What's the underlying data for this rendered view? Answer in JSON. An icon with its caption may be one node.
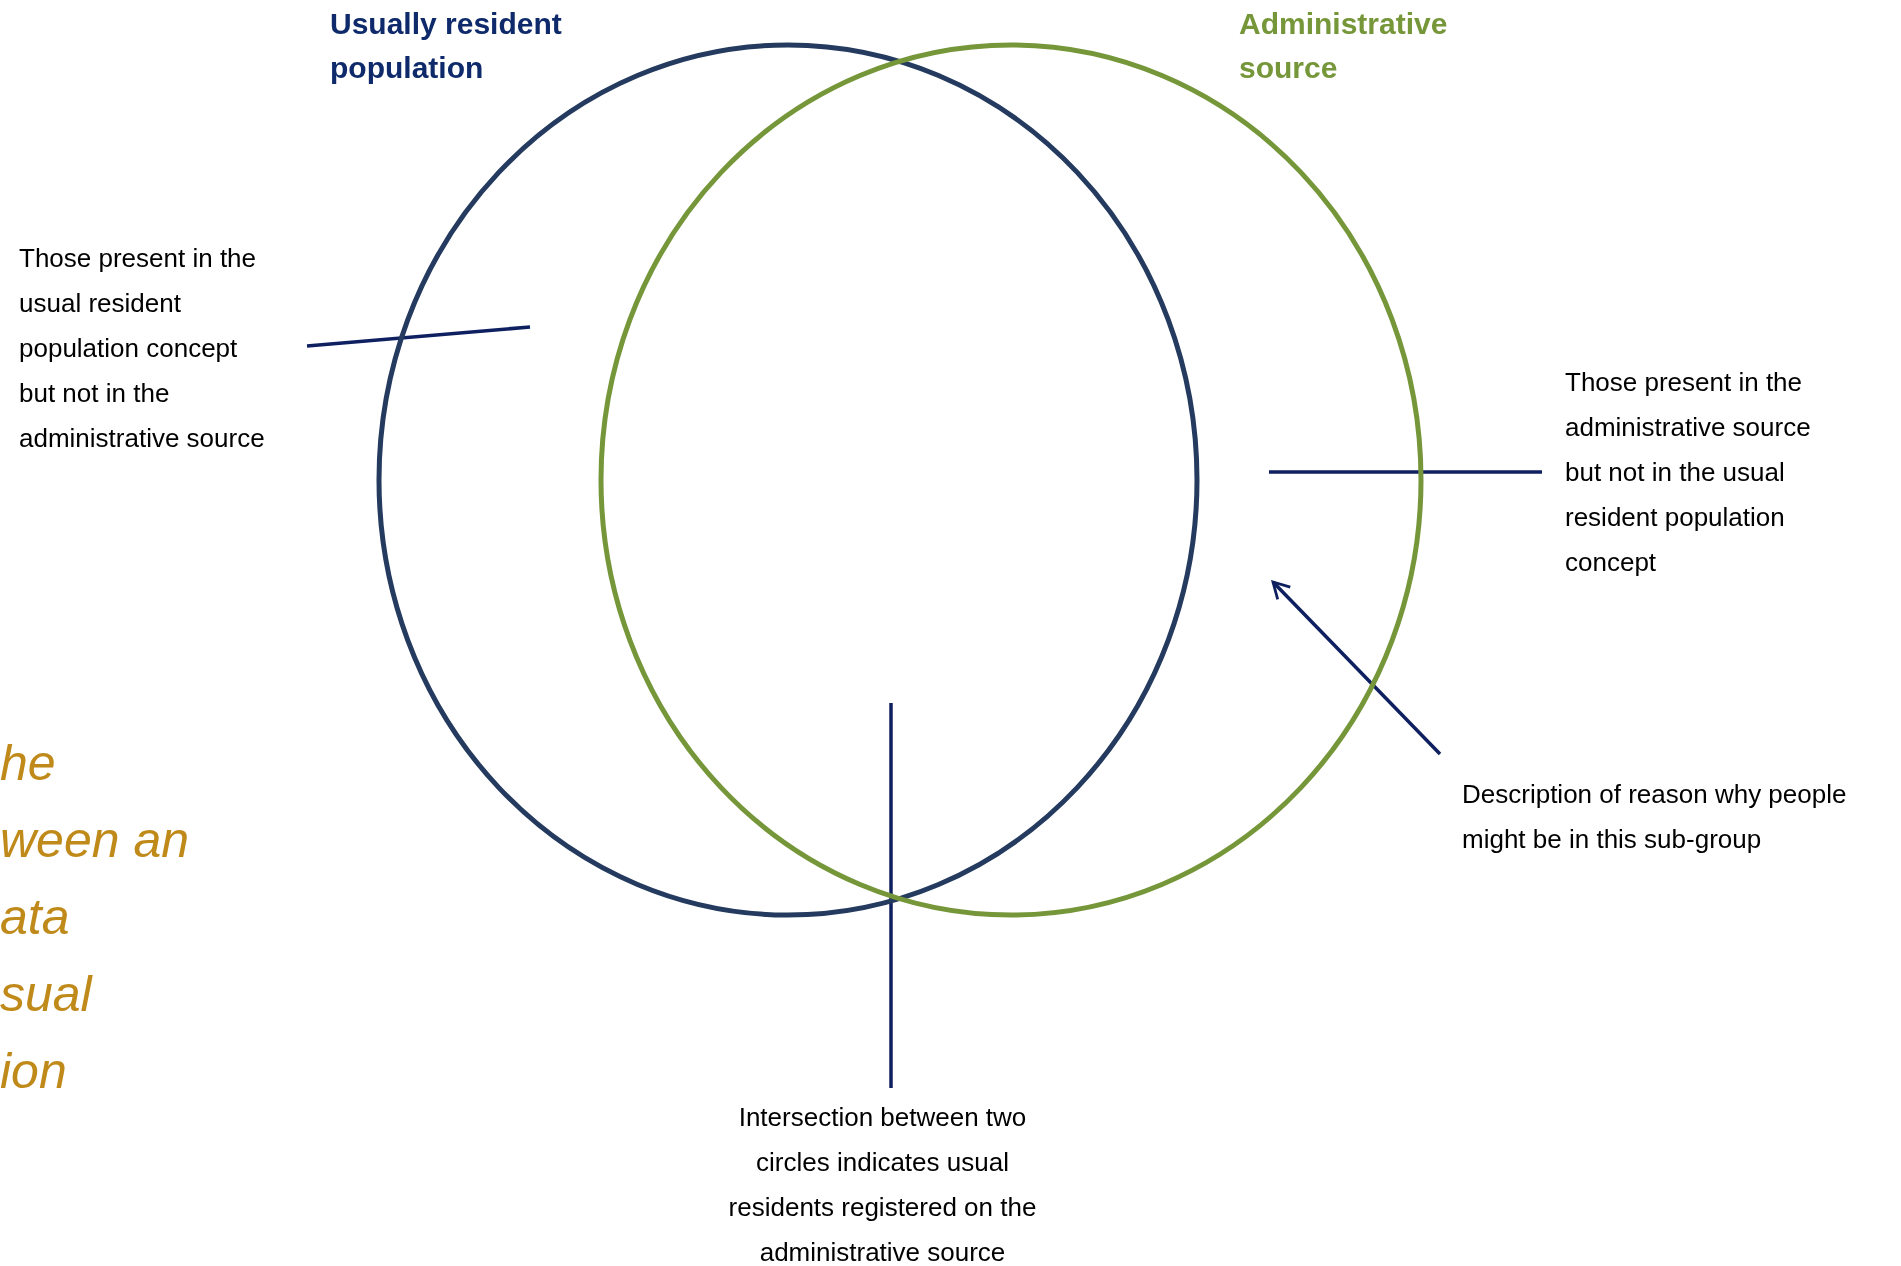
{
  "diagram": {
    "nodes": [
      {
        "text": [
          "Usually resident population"
        ]
      },
      {
        "text": [
          "Administrative source"
        ]
      },
      {
        "text": [
          "Those present in the usual resident population concept but not in the administrative source"
        ]
      },
      {
        "text": [
          "Those present in the administrative source but not in the usual resident population concept"
        ]
      },
      {
        "text": [
          "Description of reason why people might be in this sub-group"
        ]
      },
      {
        "text": [
          "Intersection between two circles indicates usual residents registered on the administrative source"
        ]
      }
    ],
    "edges": [
      {
        "from": 2,
        "to": 0,
        "arrow": "none"
      },
      {
        "from": 3,
        "to": 1,
        "arrow": "none"
      },
      {
        "from": 4,
        "to": 1,
        "arrow": "to"
      },
      {
        "from": 5,
        "to": 0,
        "arrow": "none"
      }
    ],
    "labels": [
      "he",
      "ween an",
      "ata",
      "sual",
      "ion"
    ]
  }
}
